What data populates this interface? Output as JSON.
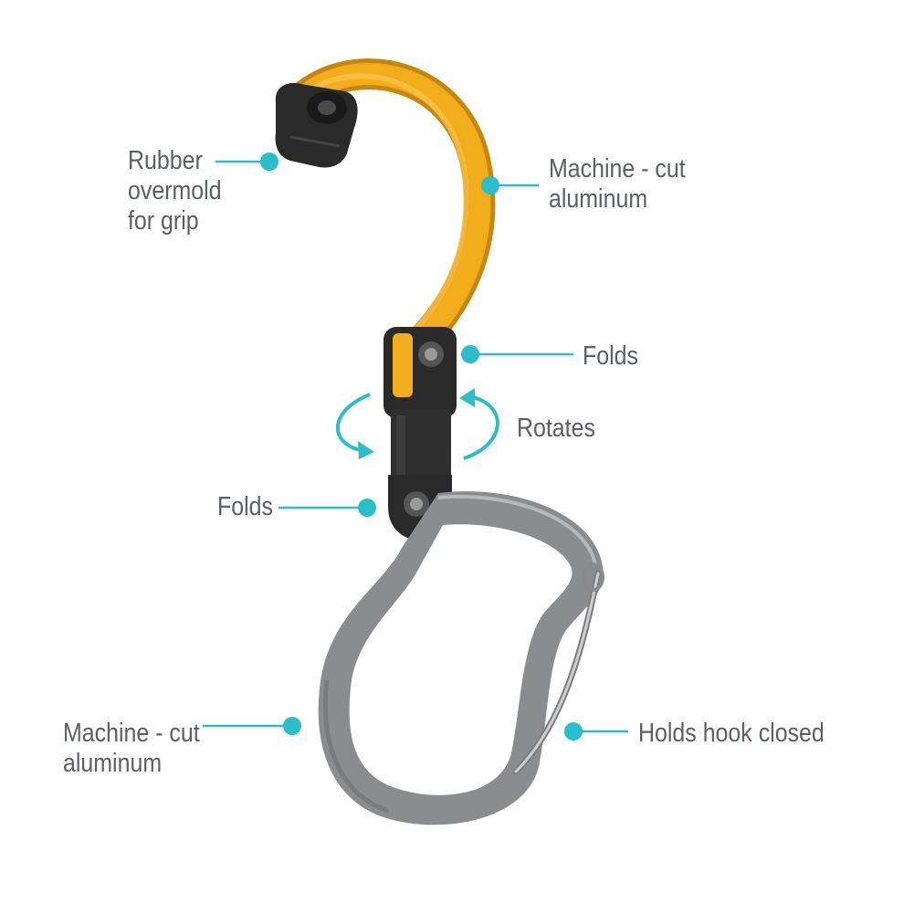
{
  "colors": {
    "callout": "#2bbdca",
    "text": "#5b5f63",
    "hook_yellow": "#f2ad1c",
    "hook_yellow_dark": "#c7860d",
    "rubber": "#2a2a2a",
    "aluminum": "#8a8c8f",
    "aluminum_light": "#c9cacc",
    "gate": "#a8a8a8"
  },
  "icons": [
    "rotate-arrow-left-icon",
    "rotate-arrow-right-icon"
  ],
  "labels": {
    "rubber_grip": [
      "Rubber",
      "overmold",
      "for grip"
    ],
    "top_aluminum": [
      "Machine - cut",
      "aluminum"
    ],
    "top_folds": "Folds",
    "rotates": "Rotates",
    "middle_folds": "Folds",
    "bottom_aluminum": [
      "Machine - cut",
      "aluminum"
    ],
    "gate": "Holds hook closed"
  }
}
